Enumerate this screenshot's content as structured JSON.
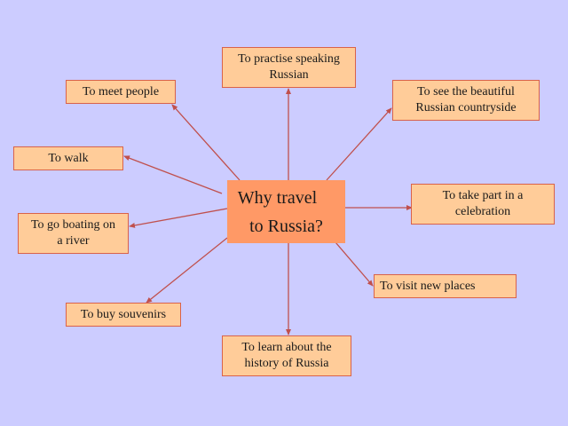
{
  "diagram": {
    "type": "mind-map",
    "colors": {
      "background": "#ccccff",
      "center_fill": "#ff9966",
      "node_fill": "#ffcc99",
      "node_border": "#d9624a",
      "connector": "#c0504d"
    },
    "center": {
      "line1": "Why travel",
      "line2": "to Russia?"
    },
    "nodes": [
      {
        "id": "practise",
        "line1": "To practise speaking",
        "line2": "Russian"
      },
      {
        "id": "meet",
        "line1": "To meet people",
        "line2": ""
      },
      {
        "id": "countryside",
        "line1": "To see the beautiful",
        "line2": "Russian countryside"
      },
      {
        "id": "walk",
        "line1": "To walk",
        "line2": ""
      },
      {
        "id": "celebration",
        "line1": "To take part in a",
        "line2": "celebration"
      },
      {
        "id": "boating",
        "line1": "To go boating on",
        "line2": "a river"
      },
      {
        "id": "visit",
        "line1": "To visit new places",
        "line2": ""
      },
      {
        "id": "souvenirs",
        "line1": "To buy souvenirs",
        "line2": ""
      },
      {
        "id": "history",
        "line1": "To learn about the",
        "line2": "history of Russia"
      }
    ]
  }
}
